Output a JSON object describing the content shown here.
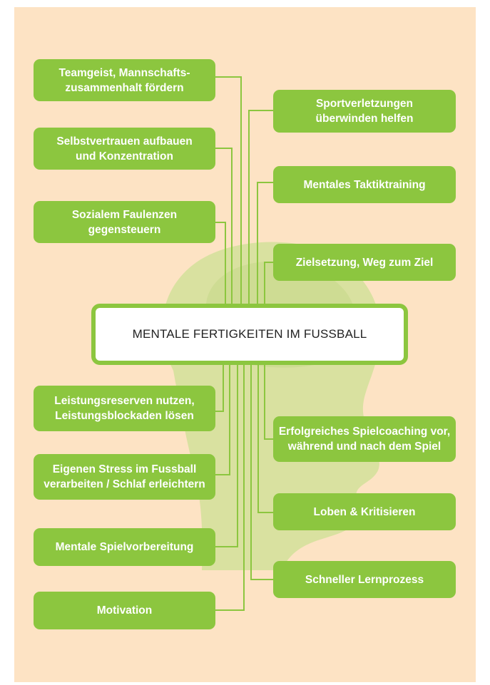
{
  "center_title": "MENTALE FERTIGKEITEN IM FUSSBALL",
  "left_boxes": [
    {
      "line1": "Teamgeist, Mannschafts-",
      "line2": "zusammenhalt fördern"
    },
    {
      "line1": "Selbstvertrauen aufbauen",
      "line2": "und Konzentration"
    },
    {
      "line1": "Sozialem Faulenzen",
      "line2": "gegensteuern"
    },
    {
      "line1": "Leistungsreserven nutzen,",
      "line2": "Leistungsblockaden lösen"
    },
    {
      "line1": "Eigenen Stress im Fussball",
      "line2": "verarbeiten / Schlaf erleichtern"
    },
    {
      "line1": "Mentale Spielvorbereitung",
      "line2": ""
    },
    {
      "line1": "Motivation",
      "line2": ""
    }
  ],
  "right_boxes": [
    {
      "line1": "Sportverletzungen",
      "line2": "überwinden helfen"
    },
    {
      "line1": "Mentales Taktiktraining",
      "line2": ""
    },
    {
      "line1": "Zielsetzung, Weg zum Ziel",
      "line2": ""
    },
    {
      "line1": "Erfolgreiches Spielcoaching vor,",
      "line2": "während und nach dem Spiel"
    },
    {
      "line1": "Loben & Kritisieren",
      "line2": ""
    },
    {
      "line1": "Schneller Lernprozess",
      "line2": ""
    }
  ],
  "colors": {
    "background": "#fde3c4",
    "box_fill": "#8cc63f",
    "box_text": "#ffffff",
    "silhouette": "#c9dc8e"
  }
}
